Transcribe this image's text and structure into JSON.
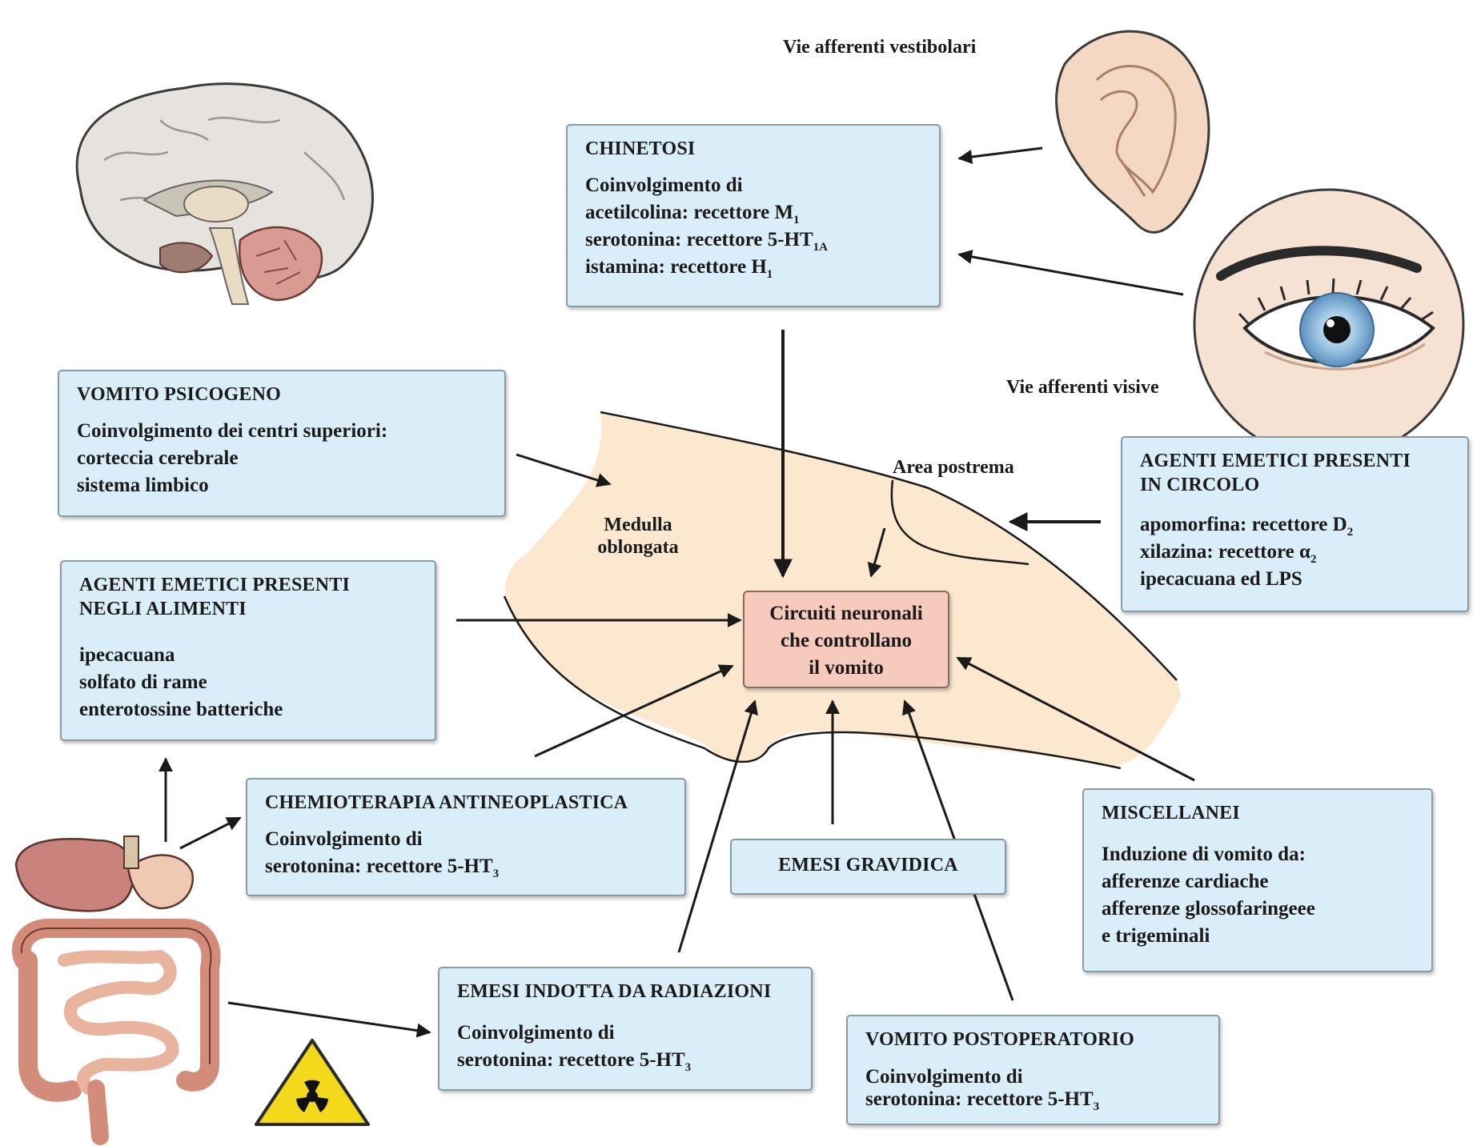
{
  "labels": {
    "vestibular": "Vie afferenti vestibolari",
    "visual": "Vie afferenti visive",
    "area_postrema": "Area postrema",
    "medulla_1": "Medulla",
    "medulla_2": "oblongata"
  },
  "center": {
    "lines": [
      "Circuiti neuronali",
      "che controllano",
      "il vomito"
    ]
  },
  "boxes": {
    "chinetosi": {
      "title": "CHINETOSI",
      "intro": "Coinvolgimento di",
      "lines": [
        {
          "text": "acetilcolina: recettore M",
          "sub": "1"
        },
        {
          "text": "serotonina: recettore 5-HT",
          "sub": "1A"
        },
        {
          "text": "istamina: recettore H",
          "sub": "1"
        }
      ]
    },
    "psicogeno": {
      "title": "VOMITO PSICOGENO",
      "lines": [
        "Coinvolgimento dei centri superiori:",
        "corteccia cerebrale",
        "sistema limbico"
      ]
    },
    "circolo": {
      "title_1": "AGENTI EMETICI PRESENTI",
      "title_2": "IN CIRCOLO",
      "lines": [
        {
          "text": "apomorfina: recettore D",
          "sub": "2"
        },
        {
          "text": "xilazina: recettore α",
          "sub": "2"
        },
        {
          "text": "ipecacuana ed LPS",
          "sub": ""
        }
      ]
    },
    "alimenti": {
      "title_1": "AGENTI EMETICI PRESENTI",
      "title_2": "NEGLI ALIMENTI",
      "lines": [
        "ipecacuana",
        "solfato di rame",
        "enterotossine batteriche"
      ]
    },
    "chemio": {
      "title": "CHEMIOTERAPIA ANTINEOPLASTICA",
      "intro": "Coinvolgimento di",
      "line": "serotonina: recettore 5-HT",
      "sub": "3"
    },
    "gravidica": {
      "title": "EMESI GRAVIDICA"
    },
    "miscellanei": {
      "title": "MISCELLANEI",
      "lines": [
        "Induzione di vomito da:",
        "afferenze cardiache",
        "afferenze glossofaringeee",
        "e trigeminali"
      ]
    },
    "radiazioni": {
      "title": "EMESI INDOTTA DA RADIAZIONI",
      "intro": "Coinvolgimento di",
      "line": "serotonina: recettore 5-HT",
      "sub": "3"
    },
    "postoperatorio": {
      "title": "VOMITO POSTOPERATORIO",
      "intro": "Coinvolgimento di",
      "line": "serotonina: recettore 5-HT",
      "sub": "3"
    }
  },
  "colors": {
    "box_fill": "#d9eef8",
    "center_fill": "#f6cbbd",
    "medulla_fill": "#fbe8cf",
    "arrow": "#1a1a1a"
  },
  "icons": [
    "brain-icon",
    "ear-icon",
    "eye-icon",
    "digestive-tract-icon",
    "radiation-warning-icon"
  ]
}
